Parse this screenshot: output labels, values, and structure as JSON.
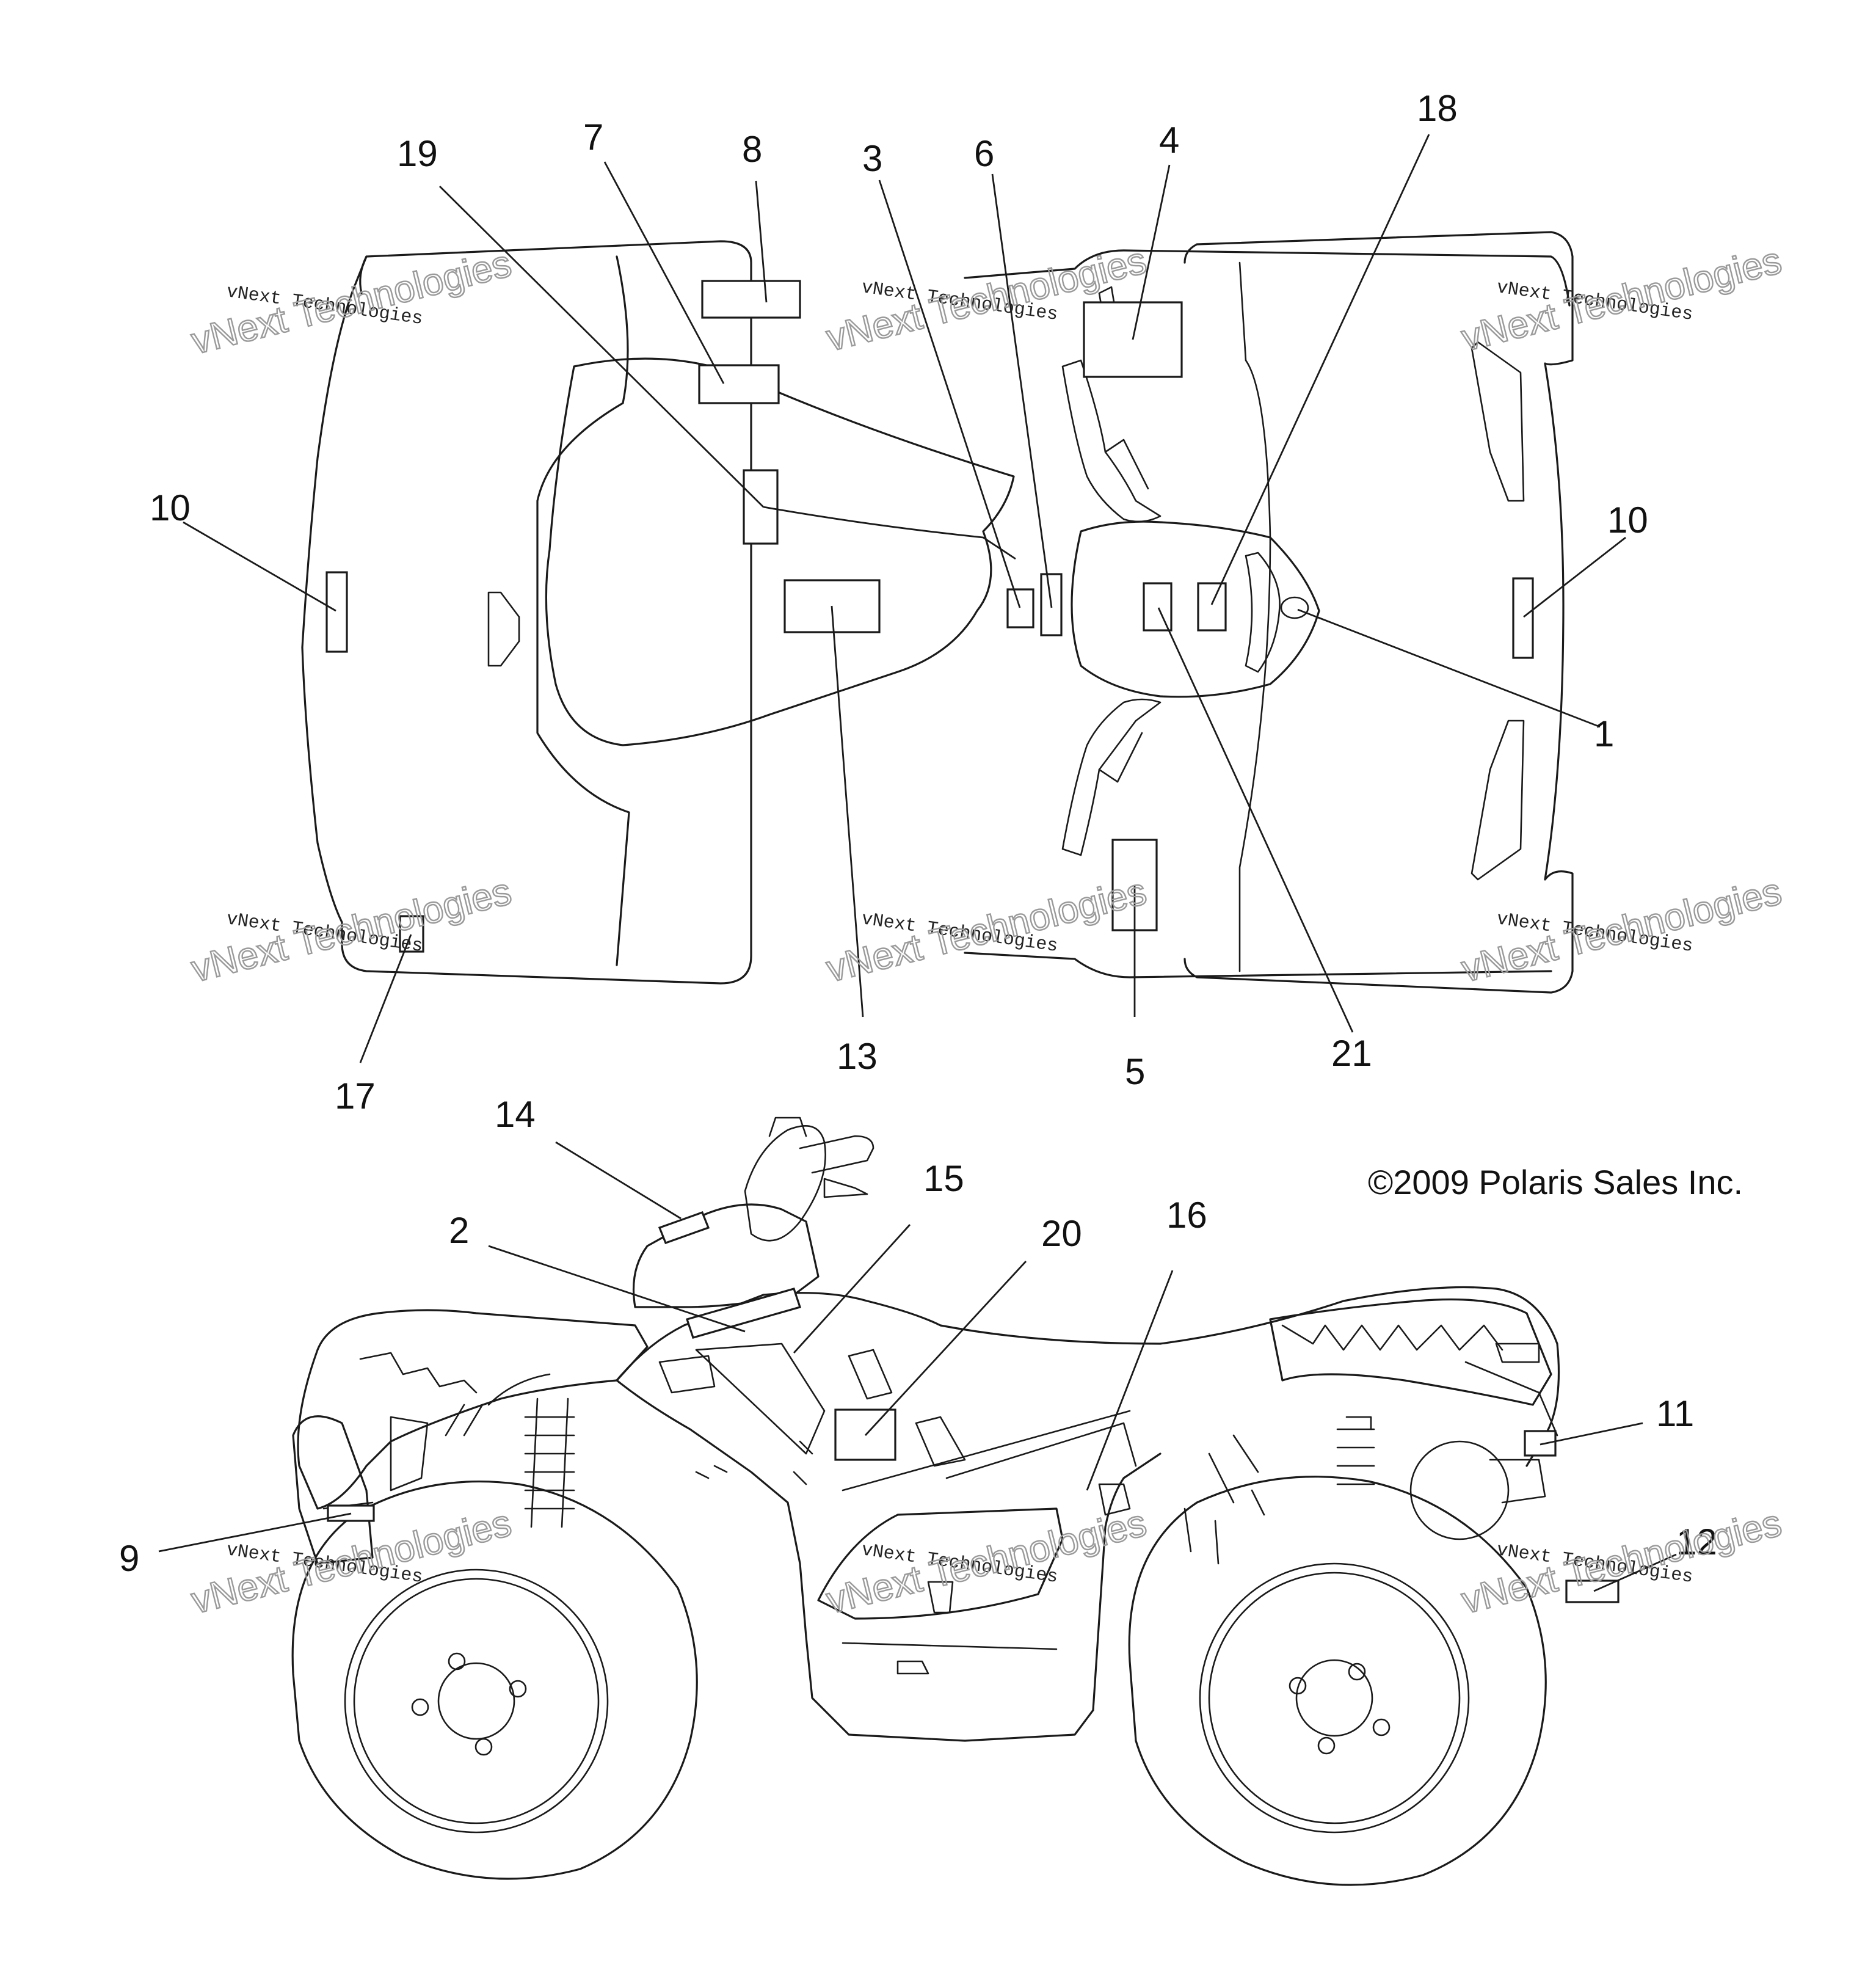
{
  "copyright": "©2009 Polaris Sales Inc.",
  "watermark": {
    "line1": "vNext Technologies",
    "line2": "vNext Technologies"
  },
  "callouts": {
    "c1": "1",
    "c2": "2",
    "c3": "3",
    "c4": "4",
    "c5": "5",
    "c6": "6",
    "c7": "7",
    "c8": "8",
    "c9": "9",
    "c10a": "10",
    "c10b": "10",
    "c11": "11",
    "c12": "12",
    "c13": "13",
    "c14": "14",
    "c15": "15",
    "c16": "16",
    "c17": "17",
    "c18": "18",
    "c19": "19",
    "c20": "20",
    "c21": "21"
  }
}
